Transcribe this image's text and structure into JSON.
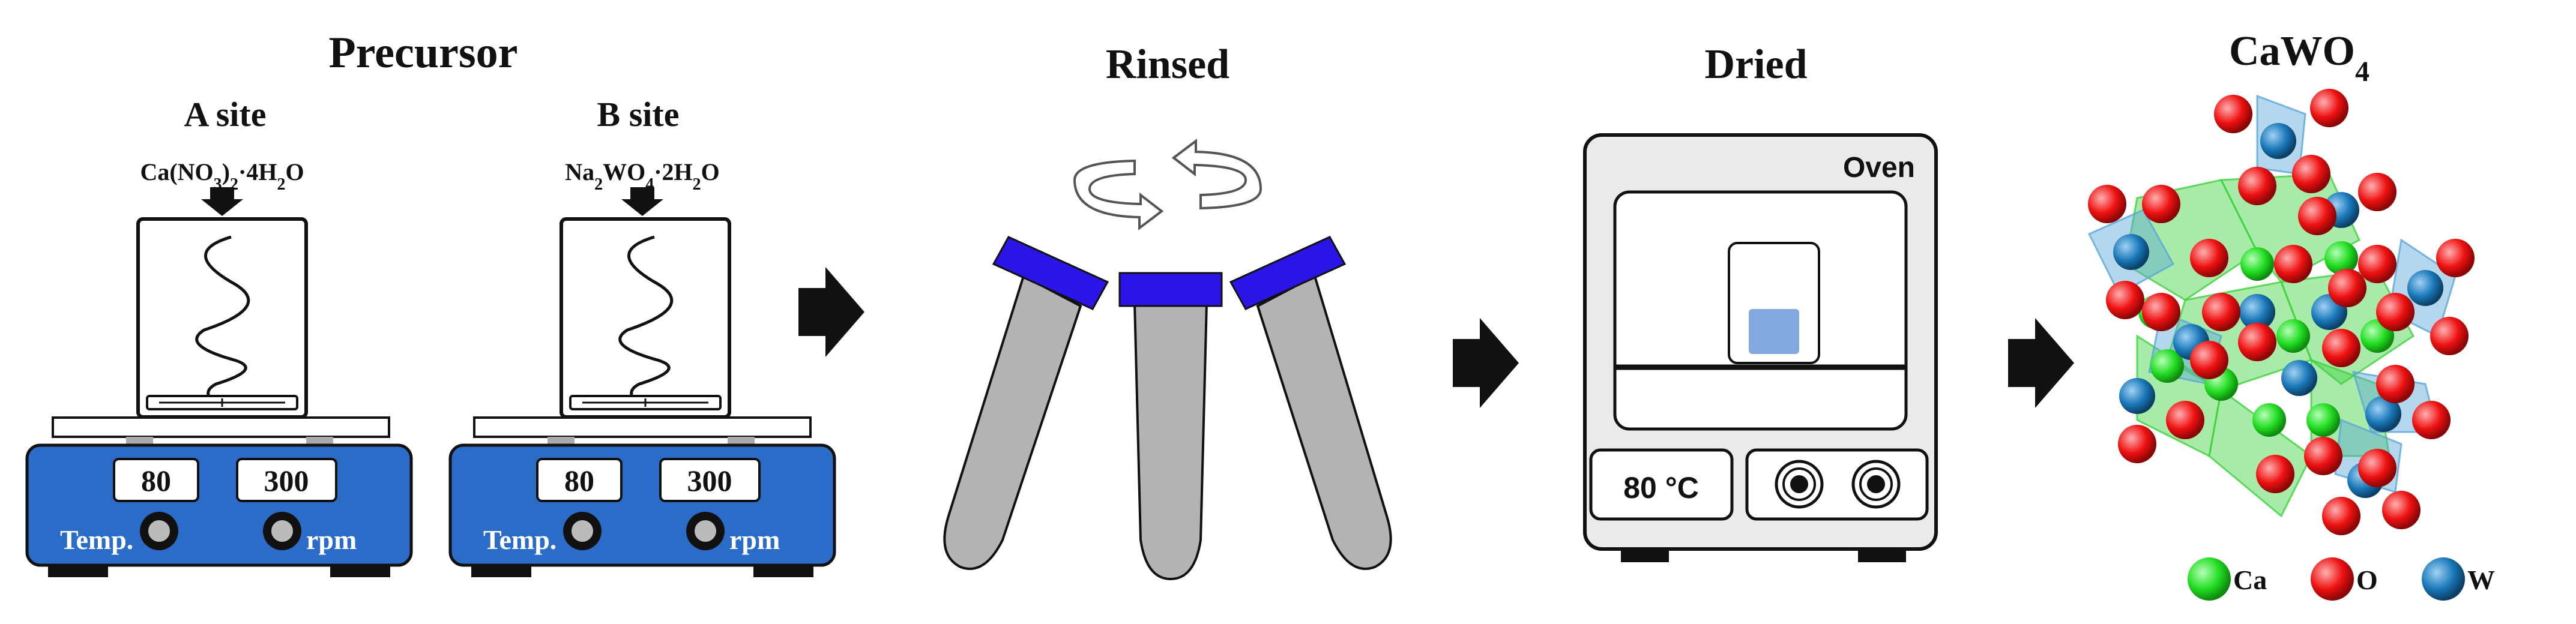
{
  "precursor": {
    "title": "Precursor",
    "a_site": {
      "label": "A site",
      "reagent": {
        "base": "Ca(NO",
        "sub1": "3",
        "mid": ")",
        "sub2": "2",
        "tail": "·4H",
        "sub3": "2",
        "end": "O"
      }
    },
    "b_site": {
      "label": "B site",
      "reagent": {
        "base": "Na",
        "sub1": "2",
        "mid": "WO",
        "sub2": "4",
        "tail": "·2H",
        "sub3": "2",
        "end": "O"
      }
    },
    "stirrer_a": {
      "temp_value": "80",
      "rpm_value": "300",
      "temp_label": "Temp.",
      "rpm_label": "rpm"
    },
    "stirrer_b": {
      "temp_value": "80",
      "rpm_value": "300",
      "temp_label": "Temp.",
      "rpm_label": "rpm"
    }
  },
  "rinsed": {
    "title": "Rinsed"
  },
  "dried": {
    "title": "Dried",
    "oven_label": "Oven",
    "temperature": "80 °C"
  },
  "product": {
    "title_base": "CaWO",
    "title_sub": "4",
    "legend": [
      {
        "label": "Ca",
        "color": "#22dd22"
      },
      {
        "label": "O",
        "color": "#ee1111"
      },
      {
        "label": "W",
        "color": "#1a78b8"
      }
    ]
  },
  "colors": {
    "stirrer_body": "#2a6cc8",
    "tube_cap": "#2b14e6",
    "tube_body": "#b3b3b3",
    "oven_body": "#eaeaea",
    "sample": "#84a9e0"
  }
}
